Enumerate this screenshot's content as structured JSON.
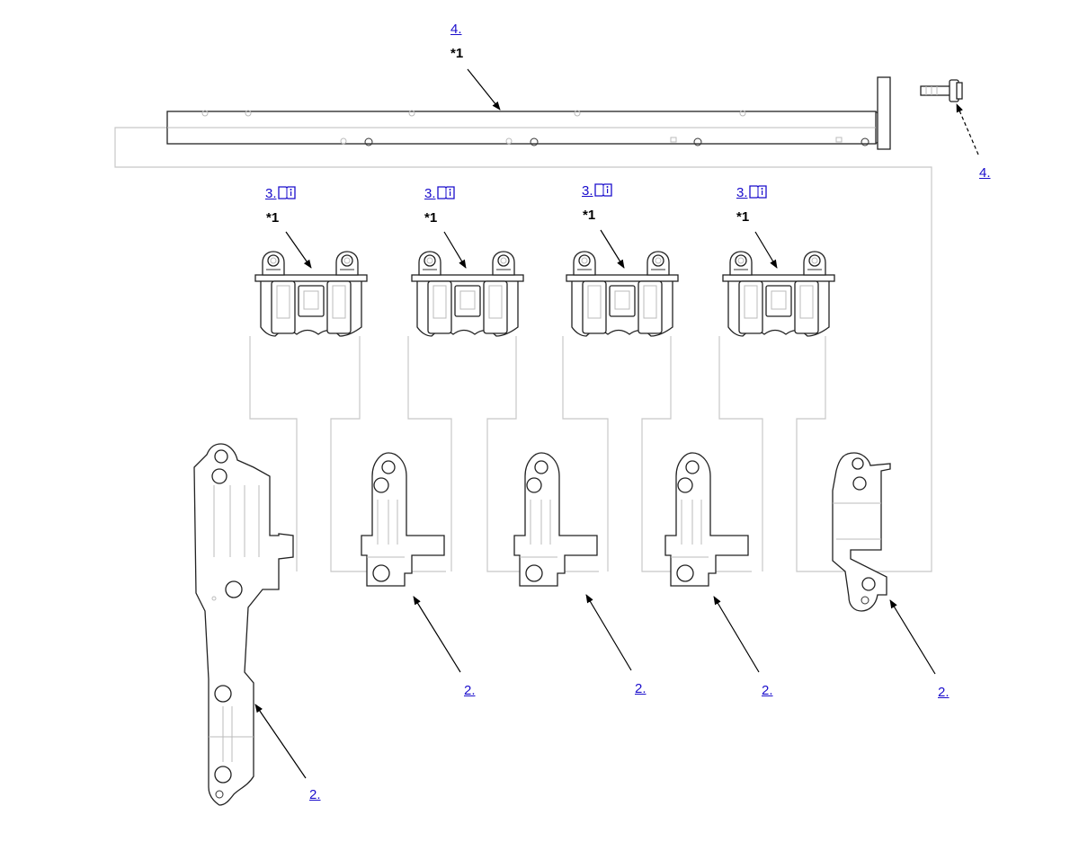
{
  "labels": {
    "shaft_ref": "4.",
    "shaft_note": "*1",
    "bolt_ref": "4.",
    "rocker_refs": [
      "3.",
      "3.",
      "3.",
      "3."
    ],
    "rocker_notes": [
      "*1",
      "*1",
      "*1",
      "*1"
    ],
    "support_refs": [
      "2.",
      "2.",
      "2.",
      "2.",
      "2."
    ]
  },
  "icons": {
    "manual_icon": "book-info-icon"
  },
  "colors": {
    "link": "#1a0dcc",
    "leader": "#000000",
    "outline": "#c8c8c8"
  }
}
